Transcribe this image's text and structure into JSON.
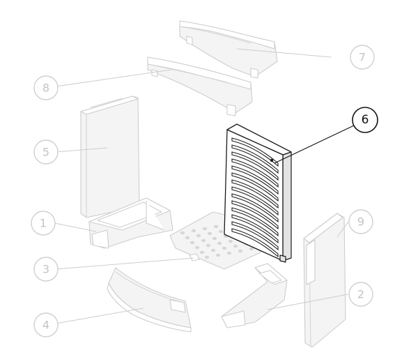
{
  "diagram": {
    "highlighted_part": "6",
    "callouts": [
      {
        "id": "1",
        "label": "1"
      },
      {
        "id": "2",
        "label": "2"
      },
      {
        "id": "3",
        "label": "3"
      },
      {
        "id": "4",
        "label": "4"
      },
      {
        "id": "5",
        "label": "5"
      },
      {
        "id": "6",
        "label": "6"
      },
      {
        "id": "7",
        "label": "7"
      },
      {
        "id": "8",
        "label": "8"
      },
      {
        "id": "9",
        "label": "9"
      }
    ]
  }
}
